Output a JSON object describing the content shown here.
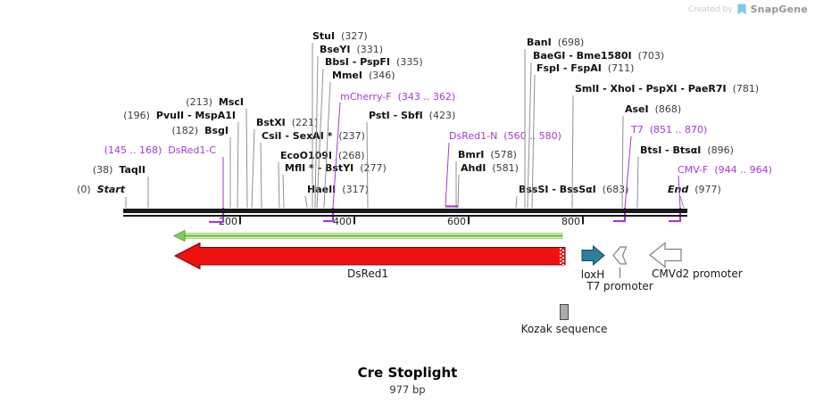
{
  "branding": {
    "created_by": "Created by",
    "brand": "SnapGene"
  },
  "title": {
    "name": "Cre Stoplight",
    "length": "977 bp"
  },
  "ruler": {
    "ticks": [
      "200",
      "400",
      "600",
      "800"
    ]
  },
  "colors": {
    "primer_purple": "#A53AD2",
    "feature_red": "#F01010",
    "feature_teal": "#2E7F99",
    "orf_green_fill": "#CDEFA5",
    "orf_green_line": "#55A839",
    "kozak_gray": "#ABABAB",
    "brand_blue": "#7EC6EA"
  },
  "sites": {
    "start": {
      "num": "(0)",
      "name": "Start"
    },
    "taqii": {
      "num": "(38)",
      "name": "TaqII"
    },
    "dsred1c": {
      "num": "(145 .. 168)",
      "name": "DsRed1-C"
    },
    "bsgi": {
      "num": "(182)",
      "name": "BsgI"
    },
    "pvuii": {
      "num": "(196)",
      "name": "PvuII - MspA1I"
    },
    "msci": {
      "num": "(213)",
      "name": "MscI"
    },
    "bstxi": {
      "name": "BstXI",
      "num": "(221)"
    },
    "csii": {
      "name": "CsiI - SexAI *",
      "num": "(237)"
    },
    "ecoo109i": {
      "name": "EcoO109I",
      "num": "(268)"
    },
    "mfli": {
      "name": "MflI * - BstYI",
      "num": "(277)"
    },
    "haeii": {
      "name": "HaeII",
      "num": "(317)"
    },
    "stui": {
      "name": "StuI",
      "num": "(327)"
    },
    "bseyi": {
      "name": "BseYI",
      "num": "(331)"
    },
    "bbsi": {
      "name": "BbsI - PspFI",
      "num": "(335)"
    },
    "mmei": {
      "name": "MmeI",
      "num": "(346)"
    },
    "mcherryf": {
      "name": "mCherry-F",
      "num": "(343 .. 362)"
    },
    "psti": {
      "name": "PstI - SbfI",
      "num": "(423)"
    },
    "dsred1n": {
      "name": "DsRed1-N",
      "num": "(560 .. 580)"
    },
    "bmri": {
      "name": "BmrI",
      "num": "(578)"
    },
    "ahdi": {
      "name": "AhdI",
      "num": "(581)"
    },
    "bani": {
      "name": "BanI",
      "num": "(698)"
    },
    "baegi": {
      "name": "BaeGI - Bme1580I",
      "num": "(703)"
    },
    "fspi": {
      "name": "FspI - FspAI",
      "num": "(711)"
    },
    "smli": {
      "name": "SmlI - XhoI - PspXI - PaeR7I",
      "num": "(781)"
    },
    "asei": {
      "name": "AseI",
      "num": "(868)"
    },
    "t7": {
      "name": "T7",
      "num": "(851 .. 870)"
    },
    "btsi": {
      "name": "BtsI - BtsαI",
      "num": "(896)"
    },
    "cmvf": {
      "name": "CMV-F",
      "num": "(944 .. 964)"
    },
    "bsssi": {
      "name": "BssSI - BssSαI",
      "num": "(683)"
    },
    "end": {
      "name": "End",
      "num": "(977)"
    }
  },
  "features": {
    "dsred1": "DsRed1",
    "loxh": "loxH",
    "t7_promoter": "T7 promoter",
    "cmvd2_promoter": "CMVd2 promoter",
    "kozak": "Kozak sequence"
  }
}
